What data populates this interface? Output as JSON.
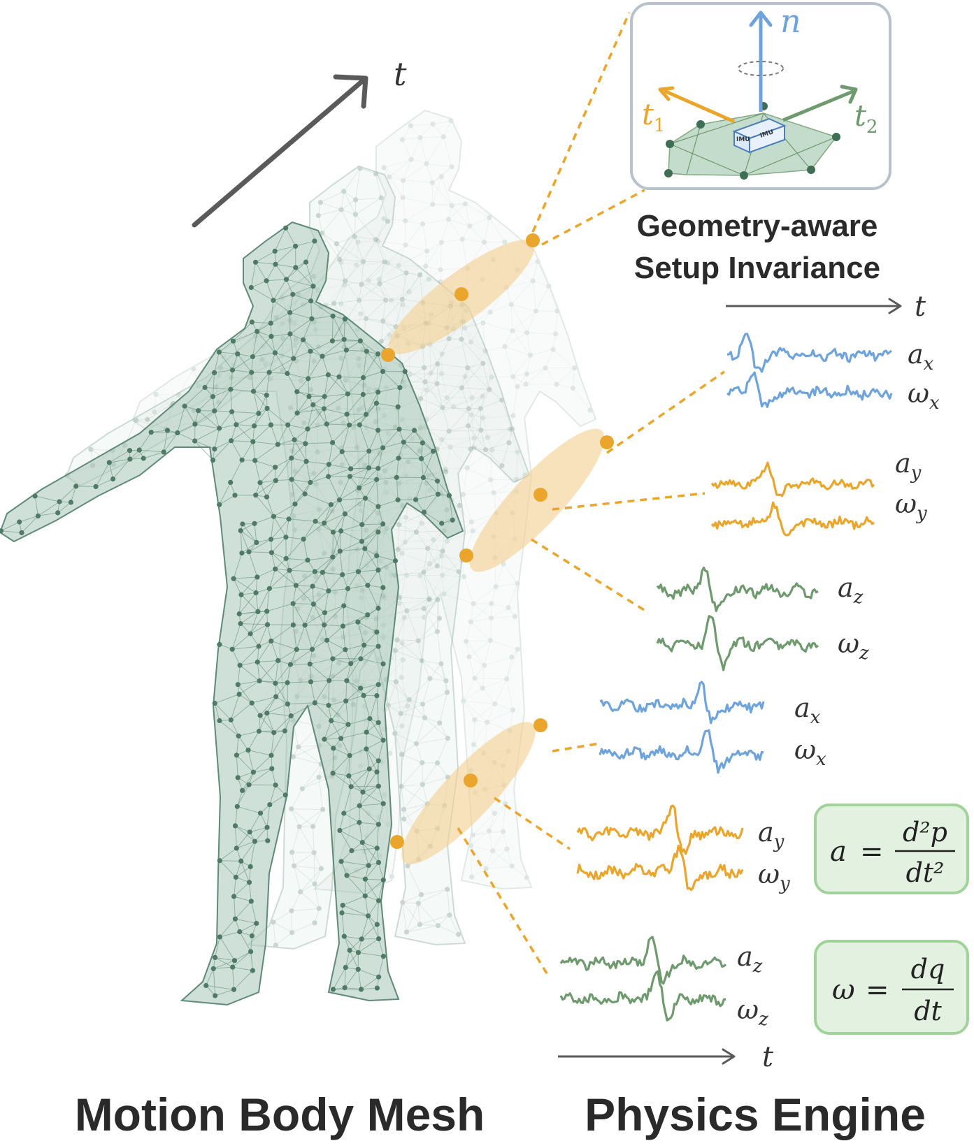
{
  "time_arrow_label": "t",
  "callout": {
    "normal_label": "n",
    "tangent1_label": "t",
    "tangent1_sub": "1",
    "tangent2_label": "t",
    "tangent2_sub": "2",
    "imu_label_left": "IMU",
    "imu_label_right": "IMU",
    "title_line1": "Geometry-aware",
    "title_line2": "Setup Invariance"
  },
  "signal_time_label_top": "t",
  "signal_time_label_bottom": "t",
  "signal_groups": [
    {
      "accel_base": "a",
      "accel_sub": "x",
      "gyro_base": "ω",
      "gyro_sub": "x",
      "color": "#6fa3dc"
    },
    {
      "accel_base": "a",
      "accel_sub": "y",
      "gyro_base": "ω",
      "gyro_sub": "y",
      "color": "#eaa62c"
    },
    {
      "accel_base": "a",
      "accel_sub": "z",
      "gyro_base": "ω",
      "gyro_sub": "z",
      "color": "#6e9a6e"
    },
    {
      "accel_base": "a",
      "accel_sub": "x",
      "gyro_base": "ω",
      "gyro_sub": "x",
      "color": "#6fa3dc"
    },
    {
      "accel_base": "a",
      "accel_sub": "y",
      "gyro_base": "ω",
      "gyro_sub": "y",
      "color": "#eaa62c"
    },
    {
      "accel_base": "a",
      "accel_sub": "z",
      "gyro_base": "ω",
      "gyro_sub": "z",
      "color": "#6e9a6e"
    }
  ],
  "formulas": {
    "accel": {
      "lhs": "a",
      "eq": "=",
      "numerator": "d²p",
      "denominator": "dt²"
    },
    "gyro": {
      "lhs": "ω",
      "eq": "=",
      "numerator": "dq",
      "denominator": "dt"
    }
  },
  "captions": {
    "left": "Motion Body Mesh",
    "right": "Physics Engine"
  },
  "colors": {
    "mesh": "#5f8a78",
    "mesh_fill": "#a7c7b8",
    "orange": "#eaa62c",
    "blue": "#6fa3dc",
    "green": "#6e9a6e",
    "arrow": "#5a5a5a",
    "formula_fill": "#e3f1e0",
    "formula_stroke": "#9fd39a"
  }
}
